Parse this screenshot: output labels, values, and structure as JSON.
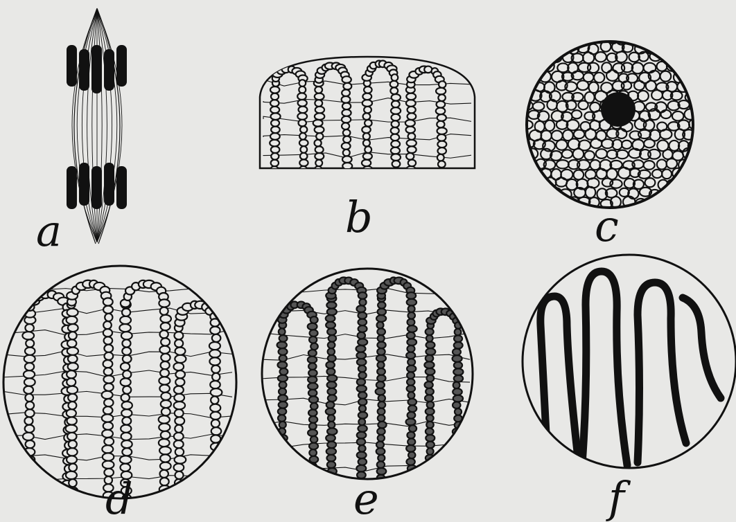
{
  "plate": {
    "background": "#e8e8e6",
    "ink": "#111111",
    "figures": [
      {
        "id": "a",
        "label": "a",
        "subject": "spindle-with-dark-chromatin-bands"
      },
      {
        "id": "b",
        "label": "b",
        "subject": "half-circle-with-beaded-loops"
      },
      {
        "id": "c",
        "label": "c",
        "subject": "circle-with-reticulum-and-nucleolus"
      },
      {
        "id": "d",
        "label": "d",
        "subject": "circle-with-beaded-loops"
      },
      {
        "id": "e",
        "label": "e",
        "subject": "circle-with-thickened-loops"
      },
      {
        "id": "f",
        "label": "f",
        "subject": "circle-with-solid-looped-threads"
      }
    ]
  }
}
